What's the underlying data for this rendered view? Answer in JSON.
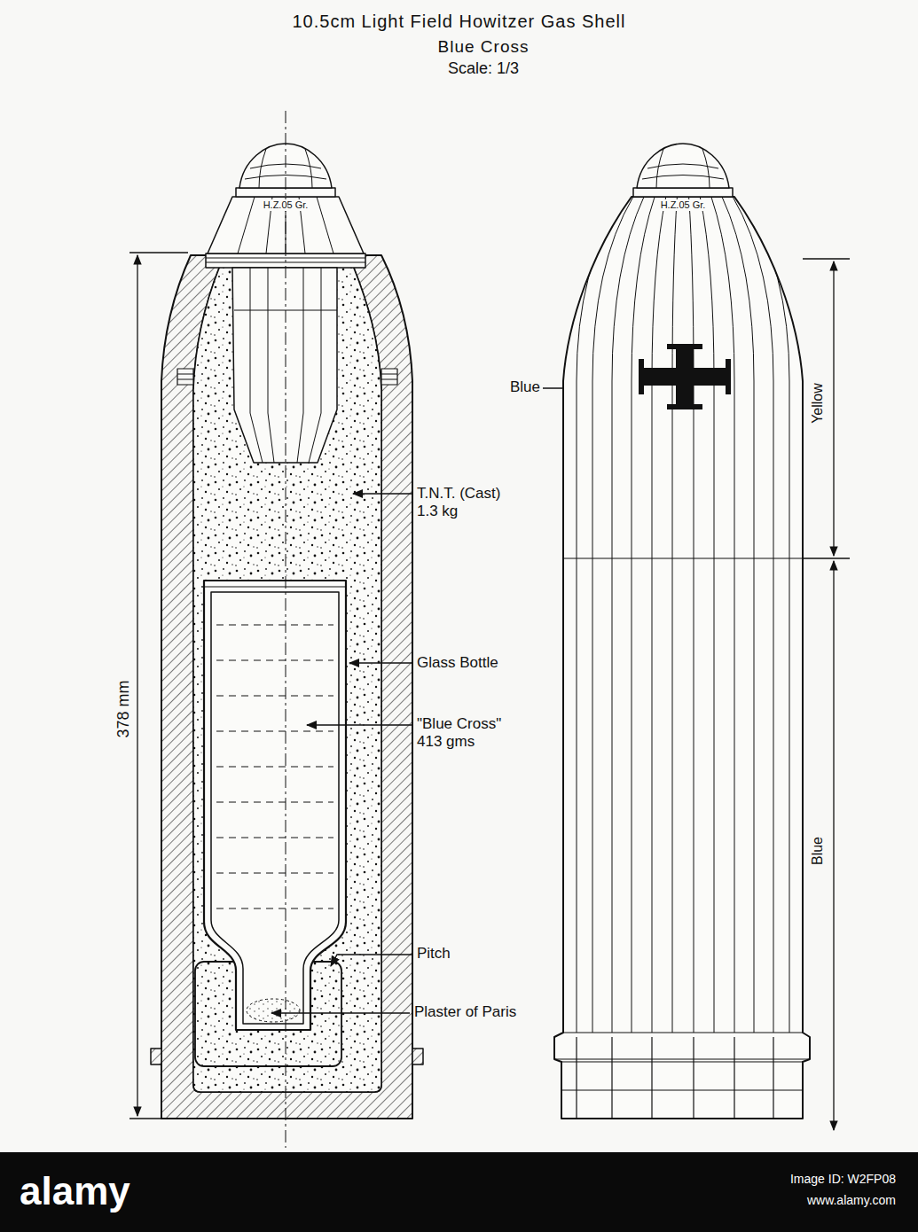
{
  "diagram": {
    "title": "10.5cm Light Field Howitzer Gas Shell",
    "labels": [
      "Blue Cross",
      "Scale: 1/3",
      "H.Z.05 Gr.",
      "H.Z.05 Gr.",
      "T.N.T. (Cast) 1.3 kg",
      "Glass Bottle",
      "\"Blue Cross\" 413 gms",
      "Pitch",
      "Plaster of Paris",
      "378 mm",
      "Blue",
      "Yellow",
      "Blue",
      "alamy",
      "Image ID: W2FP08",
      "www.alamy.com"
    ]
  }
}
